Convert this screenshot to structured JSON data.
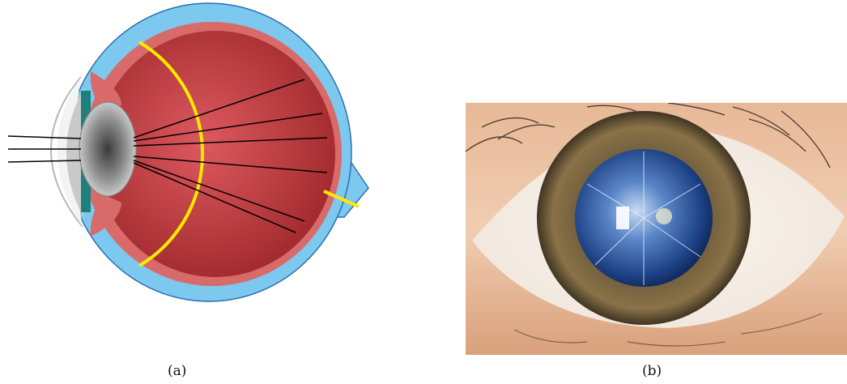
{
  "panels": [
    {
      "id": "a",
      "caption": "(a)",
      "content": "eye-cross-section-diagram"
    },
    {
      "id": "b",
      "caption": "(b)",
      "content": "cataract-eye-photograph"
    }
  ],
  "colors": {
    "sclera": "#7cc8ee",
    "choroid": "#d96a6a",
    "vitreous": "#c8464e",
    "retina_line": "#ffea00",
    "lens_core": "#555555",
    "iris_teal": "#1f7f7a",
    "cornea": "#cfcfcf",
    "rays": "#000000"
  }
}
